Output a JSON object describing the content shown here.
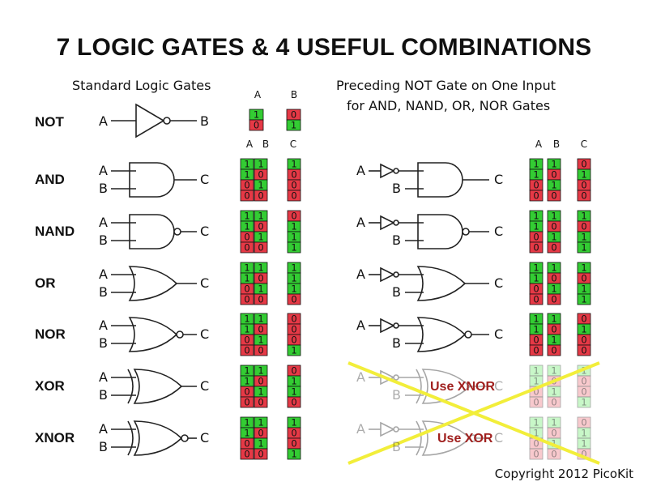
{
  "title": "7 LOGIC GATES & 4 USEFUL COMBINATIONS",
  "subtitles": {
    "standard": "Standard Logic Gates",
    "preceding_line1": "Preceding NOT Gate on One Input",
    "preceding_line2": "for AND, NAND, OR, NOR Gates"
  },
  "headers": {
    "a": "A",
    "b": "B",
    "c": "C"
  },
  "pins": {
    "a": "A",
    "b": "B",
    "c": "C"
  },
  "colors": {
    "one": "#33cc33",
    "zero": "#e63946",
    "one_light": "#b6f5b6",
    "zero_light": "#f6b8bd",
    "cross": "#f2ee3a",
    "use_text": "#a0201e"
  },
  "not_gate": {
    "name": "NOT",
    "a": [
      "1",
      "0"
    ],
    "b": [
      "0",
      "1"
    ]
  },
  "gates": [
    {
      "name": "AND",
      "type": "and",
      "a": [
        "1",
        "1",
        "0",
        "0"
      ],
      "b": [
        "1",
        "0",
        "1",
        "0"
      ],
      "c": [
        "1",
        "0",
        "0",
        "0"
      ]
    },
    {
      "name": "NAND",
      "type": "nand",
      "a": [
        "1",
        "1",
        "0",
        "0"
      ],
      "b": [
        "1",
        "0",
        "1",
        "0"
      ],
      "c": [
        "0",
        "1",
        "1",
        "1"
      ]
    },
    {
      "name": "OR",
      "type": "or",
      "a": [
        "1",
        "1",
        "0",
        "0"
      ],
      "b": [
        "1",
        "0",
        "1",
        "0"
      ],
      "c": [
        "1",
        "1",
        "1",
        "0"
      ]
    },
    {
      "name": "NOR",
      "type": "nor",
      "a": [
        "1",
        "1",
        "0",
        "0"
      ],
      "b": [
        "1",
        "0",
        "1",
        "0"
      ],
      "c": [
        "0",
        "0",
        "0",
        "1"
      ]
    },
    {
      "name": "XOR",
      "type": "xor",
      "a": [
        "1",
        "1",
        "0",
        "0"
      ],
      "b": [
        "1",
        "0",
        "1",
        "0"
      ],
      "c": [
        "0",
        "1",
        "1",
        "0"
      ]
    },
    {
      "name": "XNOR",
      "type": "xnor",
      "a": [
        "1",
        "1",
        "0",
        "0"
      ],
      "b": [
        "1",
        "0",
        "1",
        "0"
      ],
      "c": [
        "1",
        "0",
        "0",
        "1"
      ]
    }
  ],
  "combos": [
    {
      "type": "and",
      "a": [
        "1",
        "1",
        "0",
        "0"
      ],
      "b": [
        "1",
        "0",
        "1",
        "0"
      ],
      "c": [
        "0",
        "1",
        "0",
        "0"
      ]
    },
    {
      "type": "nand",
      "a": [
        "1",
        "1",
        "0",
        "0"
      ],
      "b": [
        "1",
        "0",
        "1",
        "0"
      ],
      "c": [
        "1",
        "0",
        "1",
        "1"
      ]
    },
    {
      "type": "or",
      "a": [
        "1",
        "1",
        "0",
        "0"
      ],
      "b": [
        "1",
        "0",
        "1",
        "0"
      ],
      "c": [
        "1",
        "0",
        "1",
        "1"
      ]
    },
    {
      "type": "nor",
      "a": [
        "1",
        "1",
        "0",
        "0"
      ],
      "b": [
        "1",
        "0",
        "1",
        "0"
      ],
      "c": [
        "0",
        "1",
        "0",
        "0"
      ]
    },
    {
      "type": "xor",
      "a": [
        "1",
        "1",
        "0",
        "0"
      ],
      "b": [
        "1",
        "0",
        "1",
        "0"
      ],
      "c": [
        "1",
        "0",
        "0",
        "1"
      ],
      "faded": true,
      "note": "Use XNOR"
    },
    {
      "type": "xnor",
      "a": [
        "1",
        "1",
        "0",
        "0"
      ],
      "b": [
        "1",
        "0",
        "1",
        "0"
      ],
      "c": [
        "0",
        "1",
        "1",
        "0"
      ],
      "faded": true,
      "note": "Use XOR"
    }
  ],
  "copyright": "Copyright 2012 PicoKit"
}
